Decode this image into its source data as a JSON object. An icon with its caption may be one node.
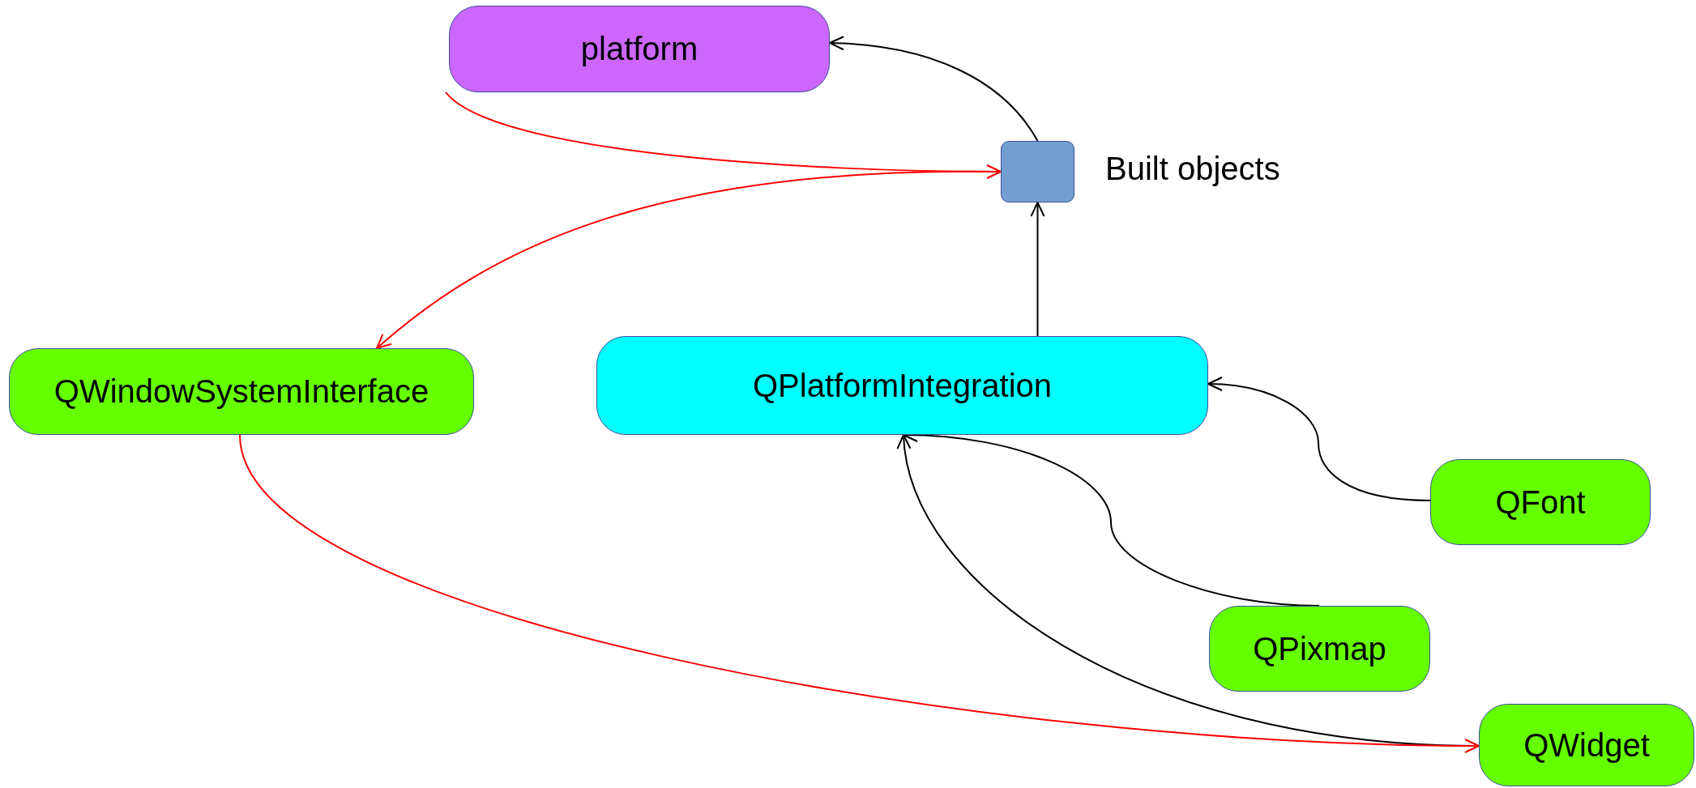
{
  "diagram": {
    "nodes": [
      {
        "text": [
          "platform"
        ]
      },
      {
        "text": [],
        "shape": "box",
        "beside": [
          "Built objects"
        ]
      },
      {
        "text": [
          "QWindowSystemInterface"
        ]
      },
      {
        "text": [
          "QPlatformIntegration"
        ]
      },
      {
        "text": [
          "QFont"
        ]
      },
      {
        "text": [
          "QPixmap"
        ]
      },
      {
        "text": [
          "QWidget"
        ]
      }
    ],
    "edges": [
      {
        "from": 1,
        "to": 0,
        "arrow": "to"
      },
      {
        "from": 0,
        "to": 1,
        "arrow": "to",
        "color": "#ff0000"
      },
      {
        "from": 1,
        "to": 2,
        "arrow": "to",
        "color": "#ff0000"
      },
      {
        "from": 3,
        "to": 1,
        "arrow": "to"
      },
      {
        "from": 4,
        "to": 3,
        "arrow": "to"
      },
      {
        "from": 5,
        "to": 3,
        "arrow": "to"
      },
      {
        "from": 6,
        "to": 3,
        "arrow": "to"
      },
      {
        "from": 2,
        "to": 6,
        "arrow": "to",
        "color": "#ff0000"
      }
    ]
  }
}
